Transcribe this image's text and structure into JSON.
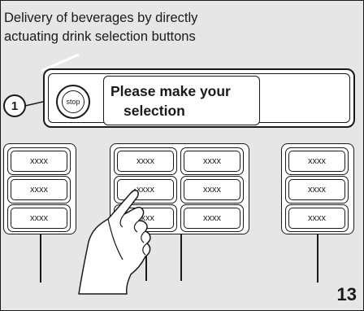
{
  "caption": {
    "line1": "Delivery of beverages by directly",
    "line2": "actuating drink selection buttons"
  },
  "panel": {
    "stop_label": "stop",
    "display_line1": "Please make your",
    "display_line2": "selection"
  },
  "callout": "1",
  "buttons": {
    "left": [
      "xxxx",
      "xxxx",
      "xxxx"
    ],
    "center_left": [
      "xxxx",
      "xxxx",
      "xxxx"
    ],
    "center_right": [
      "xxxx",
      "xxxx",
      "xxxx"
    ],
    "right": [
      "xxxx",
      "xxxx",
      "xxxx"
    ]
  },
  "figure_number": "13"
}
